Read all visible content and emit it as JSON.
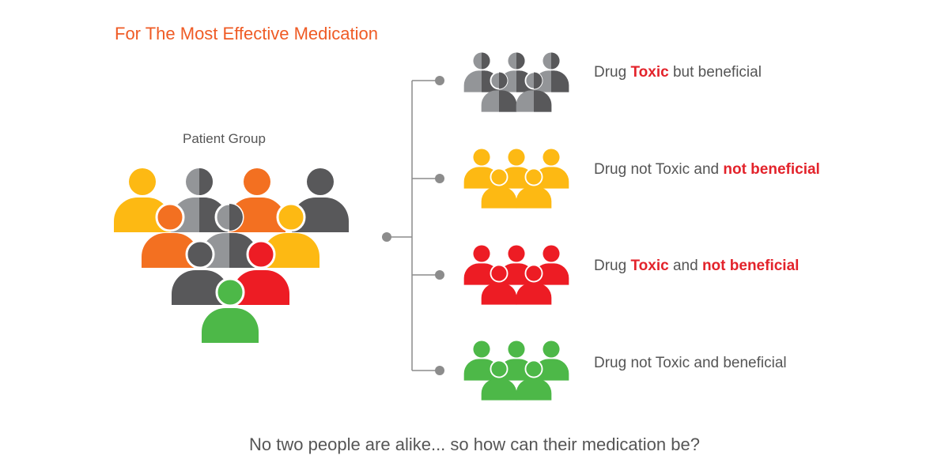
{
  "title": "For The Most Effective Medication",
  "patient_group": {
    "label": "Patient Group"
  },
  "outcomes": [
    {
      "color": "gray",
      "label": {
        "part1": "Drug ",
        "part2": "Toxic",
        "part3": " but beneficial",
        "part4": "",
        "part5": ""
      }
    },
    {
      "color": "#fdb913",
      "label": {
        "part1": "Drug not Toxic and ",
        "part2": "not beneficial",
        "part3": "",
        "part4": "",
        "part5": ""
      }
    },
    {
      "color": "#ed1c24",
      "label": {
        "part1": "Drug ",
        "part2": "Toxic",
        "part3": " and ",
        "part4": "not beneficial",
        "part5": ""
      }
    },
    {
      "color": "#4db848",
      "label": {
        "part1": "Drug not Toxic and beneficial",
        "part2": "",
        "part3": "",
        "part4": "",
        "part5": ""
      }
    }
  ],
  "caption": "No two people are alike... so how can their medication be?",
  "colors": {
    "title": "#ef5b25",
    "text": "#555555",
    "emphasis": "#e3232b",
    "yellow": "#fdb913",
    "orange": "#f37021",
    "dark_gray": "#58585a",
    "light_gray": "#939598",
    "red": "#ed1c24",
    "green": "#4db848",
    "connector": "#8c8c8c"
  },
  "icons": [
    "person-icon",
    "connector-dot-icon"
  ]
}
